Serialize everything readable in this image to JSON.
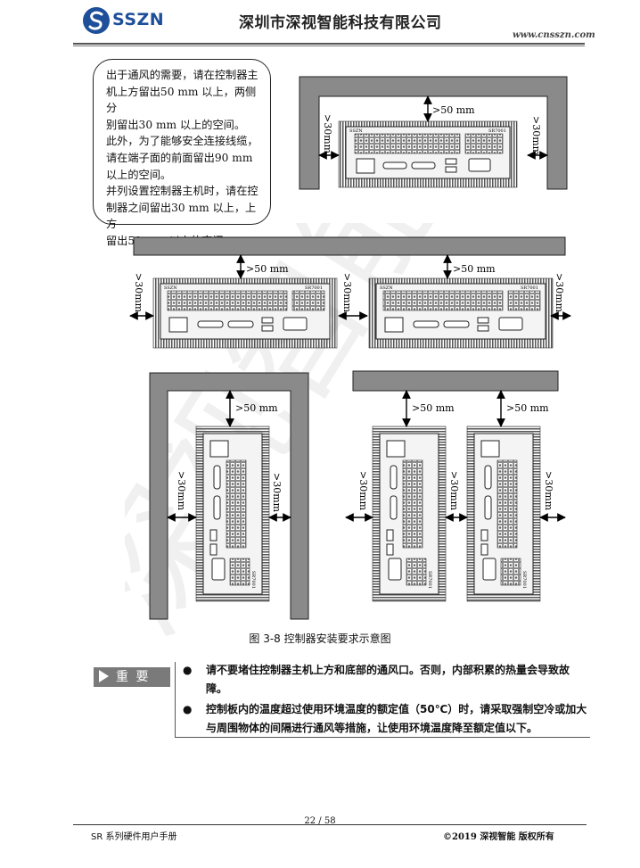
{
  "header": {
    "logo_text": "SSZN",
    "company": "深圳市深视智能科技有限公司",
    "website": "www.cnsszn.com"
  },
  "note": {
    "lines": [
      "出于通风的需要，请在控制器主",
      "机上方留出50 mm  以上，两侧分",
      "别留出30 mm  以上的空间。",
      "此外，为了能够安全连接线缆，",
      "请在端子面的前面留出90 mm",
      "以上的空间。",
      "并列设置控制器主机时，请在控",
      "制器之间留出30 mm  以上，上方",
      "留出50 mm  以上的空间。"
    ]
  },
  "figure": {
    "label_top": ">50 mm",
    "label_side": ">30mm",
    "device_brand": "SSZN",
    "device_model": "SR7001",
    "caption": "图 3-8   控制器安装要求示意图"
  },
  "important": {
    "badge": "重 要",
    "items": [
      "请不要堵住控制器主机上方和底部的通风口。否则，内部积累的热量会导致故障。",
      "控制板内的温度超过使用环境温度的额定值（50℃）时，请采取强制空冷或加大与周围物体的间隔进行通风等措施，让使用环境温度降至额定值以下。"
    ]
  },
  "footer": {
    "page": "22 / 58",
    "left": "SR 系列硬件用户手册",
    "right": "©2019  深视智能  版权所有"
  },
  "watermark": "深视智能",
  "colors": {
    "brand": "#1d4f9a",
    "wall": "#8a8a8a",
    "badge": "#7a7a7a"
  }
}
